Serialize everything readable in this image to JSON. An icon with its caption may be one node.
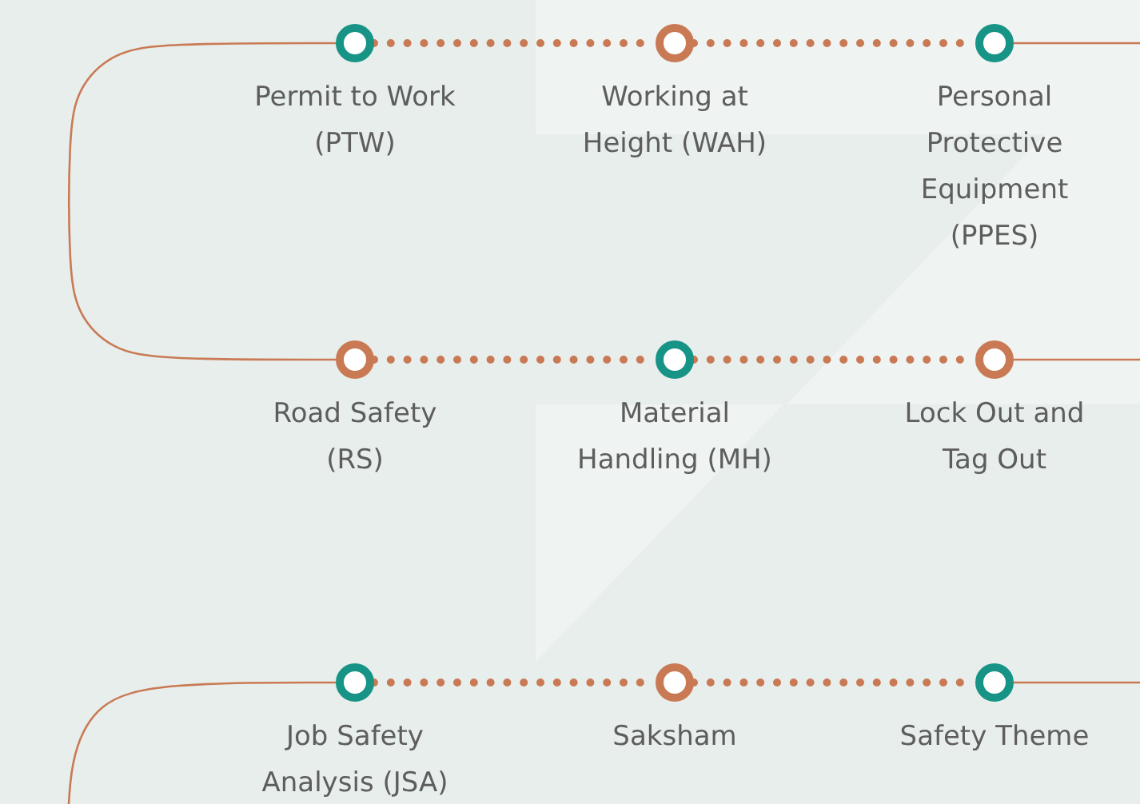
{
  "diagram": {
    "nodes": [
      {
        "text": [],
        "shape": "circle",
        "beside": [
          "Permit to Work (PTW)"
        ]
      },
      {
        "text": [],
        "shape": "circle",
        "beside": [
          "Working at Height (WAH)"
        ]
      },
      {
        "text": [],
        "shape": "circle",
        "beside": [
          "Personal Protective Equipment (PPES)"
        ]
      },
      {
        "text": [],
        "shape": "circle",
        "beside": [
          "Road Safety (RS)"
        ]
      },
      {
        "text": [],
        "shape": "circle",
        "beside": [
          "Material Handling (MH)"
        ]
      },
      {
        "text": [],
        "shape": "circle",
        "beside": [
          "Lock Out and Tag Out"
        ]
      },
      {
        "text": [],
        "shape": "circle",
        "beside": [
          "Job Safety Analysis (JSA)"
        ]
      },
      {
        "text": [],
        "shape": "circle",
        "beside": [
          "Saksham"
        ]
      },
      {
        "text": [],
        "shape": "circle",
        "beside": [
          "Safety Theme"
        ]
      }
    ],
    "edges": [
      {
        "from": 0,
        "to": 1,
        "arrow": "none",
        "style": "dashed"
      },
      {
        "from": 1,
        "to": 2,
        "arrow": "none",
        "style": "dashed"
      },
      {
        "from": 2,
        "to": null,
        "arrow": "none"
      },
      {
        "from": 3,
        "to": 0,
        "arrow": "none"
      },
      {
        "from": 3,
        "to": 4,
        "arrow": "none",
        "style": "dashed"
      },
      {
        "from": 4,
        "to": 5,
        "arrow": "none",
        "style": "dashed"
      },
      {
        "from": 5,
        "to": null,
        "arrow": "none"
      },
      {
        "from": 6,
        "to": 7,
        "arrow": "none",
        "style": "dashed"
      },
      {
        "from": 7,
        "to": 8,
        "arrow": "none",
        "style": "dashed"
      },
      {
        "from": 8,
        "to": null,
        "arrow": "none"
      },
      {
        "from": 6,
        "to": null,
        "arrow": "none"
      }
    ]
  }
}
